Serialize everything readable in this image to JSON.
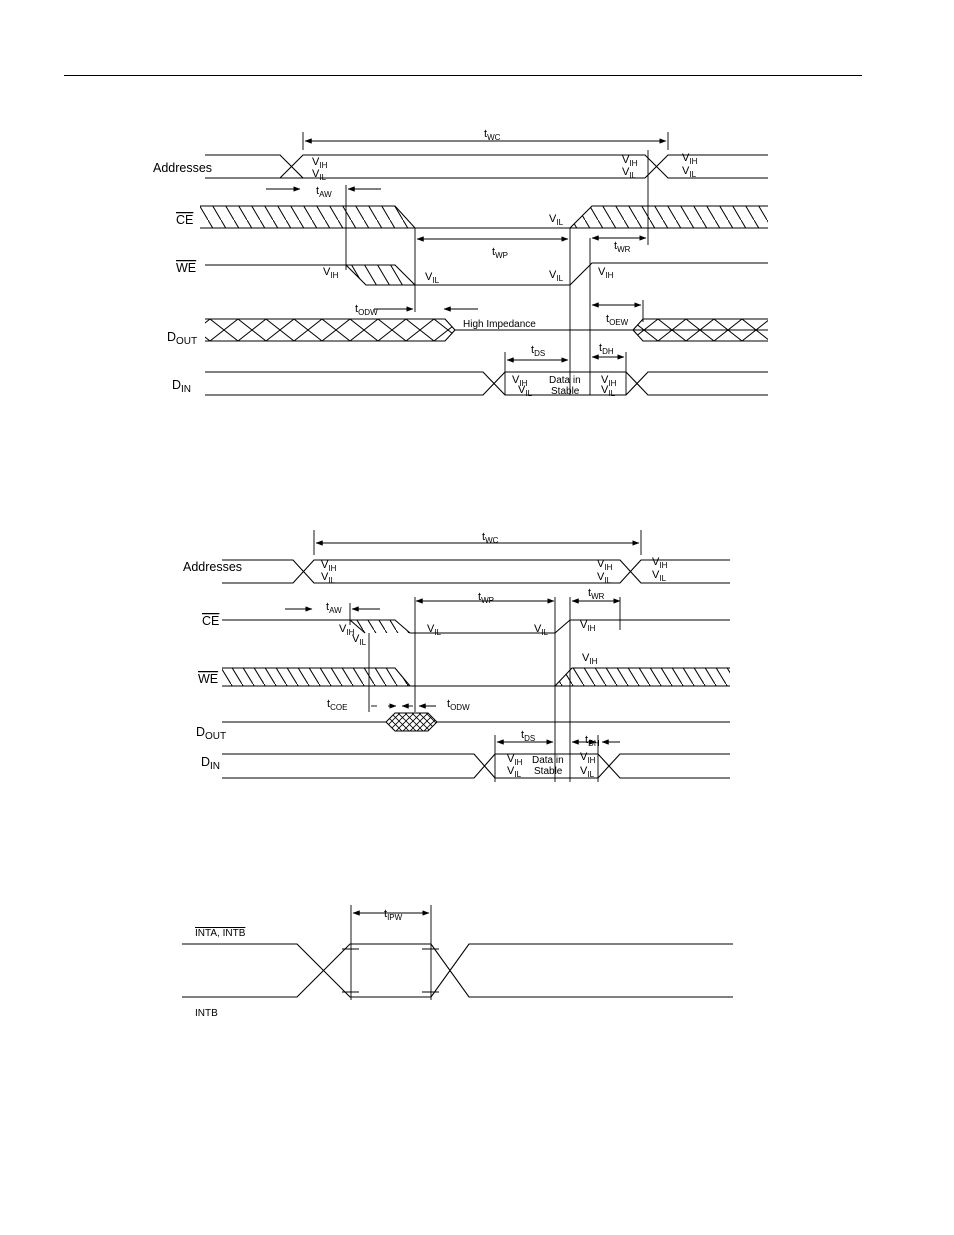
{
  "diagram1": {
    "signals": {
      "addresses": "Addresses",
      "ce": "CE",
      "we": "WE",
      "dout_main": "D",
      "dout_sub": "OUT",
      "din_main": "D",
      "din_sub": "IN"
    },
    "timing": {
      "twc": [
        "t",
        "WC"
      ],
      "taw": [
        "t",
        "AW"
      ],
      "twp": [
        "t",
        "WP"
      ],
      "twr": [
        "t",
        "WR"
      ],
      "todw": [
        "t",
        "ODW"
      ],
      "toew": [
        "t",
        "OEW"
      ],
      "tds": [
        "t",
        "DS"
      ],
      "tdh": [
        "t",
        "DH"
      ]
    },
    "levels": {
      "vih": [
        "V",
        "IH"
      ],
      "vil": [
        "V",
        "IL"
      ]
    },
    "notes": {
      "high_impedance": "High Impedance",
      "data_in": "Data in",
      "stable": "Stable"
    }
  },
  "diagram2": {
    "signals": {
      "addresses": "Addresses",
      "ce": "CE",
      "we": "WE",
      "dout_main": "D",
      "dout_sub": "OUT",
      "din_main": "D",
      "din_sub": "IN"
    },
    "timing": {
      "twc": [
        "t",
        "WC"
      ],
      "taw": [
        "t",
        "AW"
      ],
      "twp": [
        "t",
        "WP"
      ],
      "twr": [
        "t",
        "WR"
      ],
      "tcoe": [
        "t",
        "COE"
      ],
      "todw": [
        "t",
        "ODW"
      ],
      "tds": [
        "t",
        "DS"
      ],
      "tdh": [
        "t",
        "DH"
      ]
    },
    "levels": {
      "vih": [
        "V",
        "IH"
      ],
      "vil": [
        "V",
        "IL"
      ]
    },
    "notes": {
      "data_in": "Data in",
      "stable": "Stable"
    }
  },
  "diagram3": {
    "signals": {
      "inta_intb": "INTA, INTB",
      "intb": "INTB"
    },
    "timing": {
      "tipw": [
        "t",
        "IPW"
      ]
    }
  }
}
